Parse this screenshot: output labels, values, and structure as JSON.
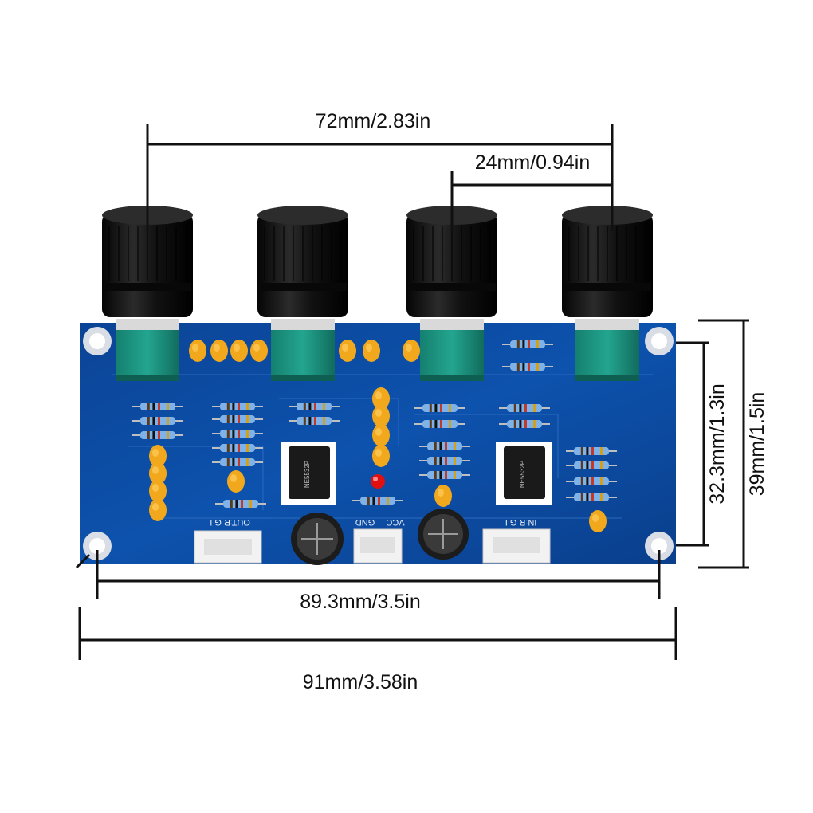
{
  "dimensions": {
    "knob_span": "72mm/2.83in",
    "knob_pitch": "24mm/0.94in",
    "hole_spacing_vertical": "32.3mm/1.3in",
    "board_height": "39mm/1.5in",
    "hole_spacing_horizontal": "89.3mm/3.5in",
    "board_width": "91mm/3.58in"
  },
  "board": {
    "pcb_color": "#0d4fa8",
    "out_label": "OUT:R G L",
    "in_label": "IN:R G L",
    "vcc_label": "VCC",
    "gnd_label": "GND",
    "chip_label": "NE5532P",
    "led_color": "#e01010",
    "knob_color": "#151515",
    "pot_color": "#1a8f80",
    "cap_color": "#f2a81d"
  }
}
